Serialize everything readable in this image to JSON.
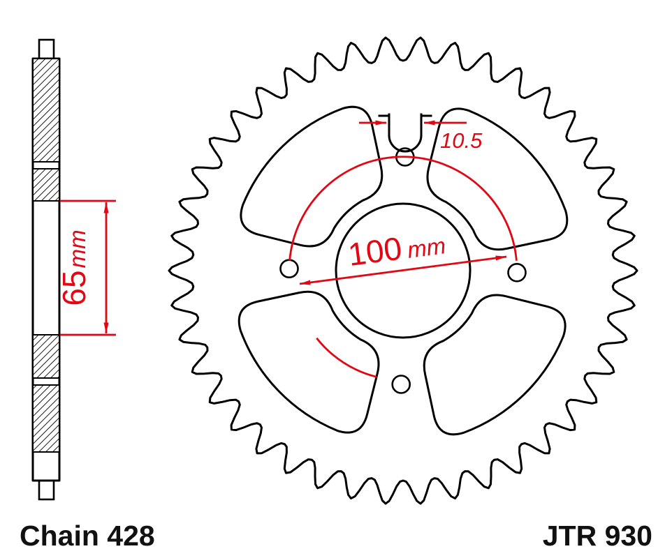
{
  "diagram": {
    "type": "sprocket-technical-drawing",
    "labels": {
      "chain": "Chain 428",
      "part_number": "JTR 930"
    },
    "dimensions": {
      "hub_span": {
        "value": "65",
        "unit": "mm"
      },
      "bolt_circle": {
        "value": "100",
        "unit": "mm"
      },
      "slot_width": {
        "value": "10.5"
      }
    },
    "colors": {
      "dimension_red": "#e30613",
      "line_black": "#000000",
      "background": "#ffffff"
    }
  }
}
